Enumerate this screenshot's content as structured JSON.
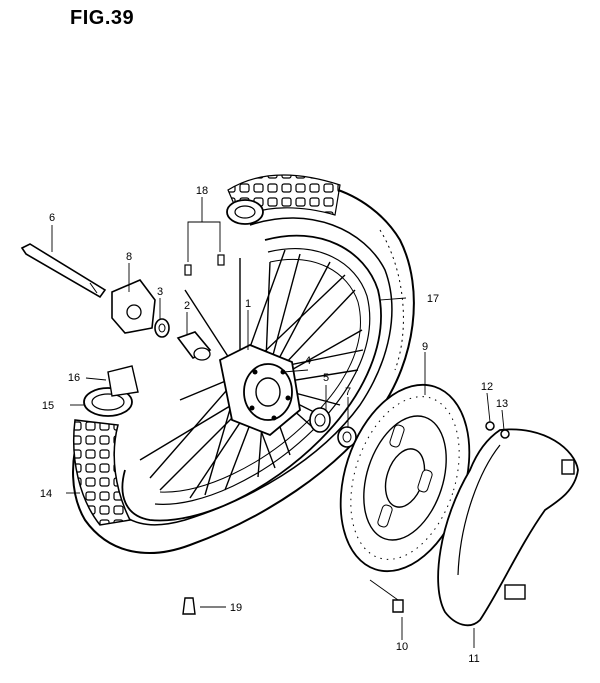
{
  "figure": {
    "title": "FIG.39"
  },
  "callouts": {
    "c1": "1",
    "c2": "2",
    "c3": "3",
    "c4": "4",
    "c5": "5",
    "c6": "6",
    "c7": "7",
    "c8": "8",
    "c9": "9",
    "c10": "10",
    "c11": "11",
    "c12": "12",
    "c13": "13",
    "c14": "14",
    "c15": "15",
    "c16": "16",
    "c17": "17",
    "c18": "18",
    "c19": "19"
  }
}
